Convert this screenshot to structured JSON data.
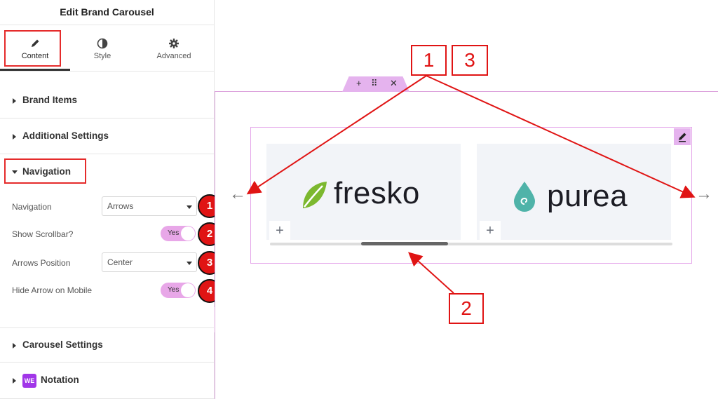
{
  "panel": {
    "title": "Edit Brand Carousel",
    "tabs": [
      {
        "label": "Content",
        "icon": "pencil-icon",
        "active": true
      },
      {
        "label": "Style",
        "icon": "contrast-icon",
        "active": false
      },
      {
        "label": "Advanced",
        "icon": "gear-icon",
        "active": false
      }
    ],
    "sections": {
      "brand_items": "Brand Items",
      "additional_settings": "Additional Settings",
      "navigation": "Navigation",
      "carousel_settings": "Carousel Settings",
      "notation": "Notation",
      "notation_badge": "WE"
    },
    "navigation_controls": {
      "navigation": {
        "label": "Navigation",
        "value": "Arrows",
        "badge": "1"
      },
      "show_scrollbar": {
        "label": "Show Scrollbar?",
        "value": "Yes",
        "badge": "2"
      },
      "arrows_position": {
        "label": "Arrows Position",
        "value": "Center",
        "badge": "3"
      },
      "hide_arrow_mobile": {
        "label": "Hide Arrow on Mobile",
        "value": "Yes",
        "badge": "4"
      }
    },
    "collapse_icon": "chevron-left-icon"
  },
  "canvas": {
    "handle_icons": [
      "plus-icon",
      "drag-handle-icon",
      "close-icon"
    ],
    "handle_glyphs": [
      "+",
      "⠿",
      "✕"
    ],
    "brands": [
      {
        "name": "fresko",
        "icon": "leaf-icon",
        "color": "#7cb82f"
      },
      {
        "name": "purea",
        "icon": "water-drop-icon",
        "color": "#4fb3a9"
      }
    ],
    "add_glyph": "+",
    "prev_arrow": "←",
    "next_arrow": "→"
  },
  "callouts": {
    "one": "1",
    "two": "2",
    "three": "3"
  },
  "colors": {
    "accent_red": "#e01414",
    "toggle_pink": "#e8a7e8",
    "widget_border": "#e5a7ea",
    "notation_purple": "#a136e8"
  }
}
